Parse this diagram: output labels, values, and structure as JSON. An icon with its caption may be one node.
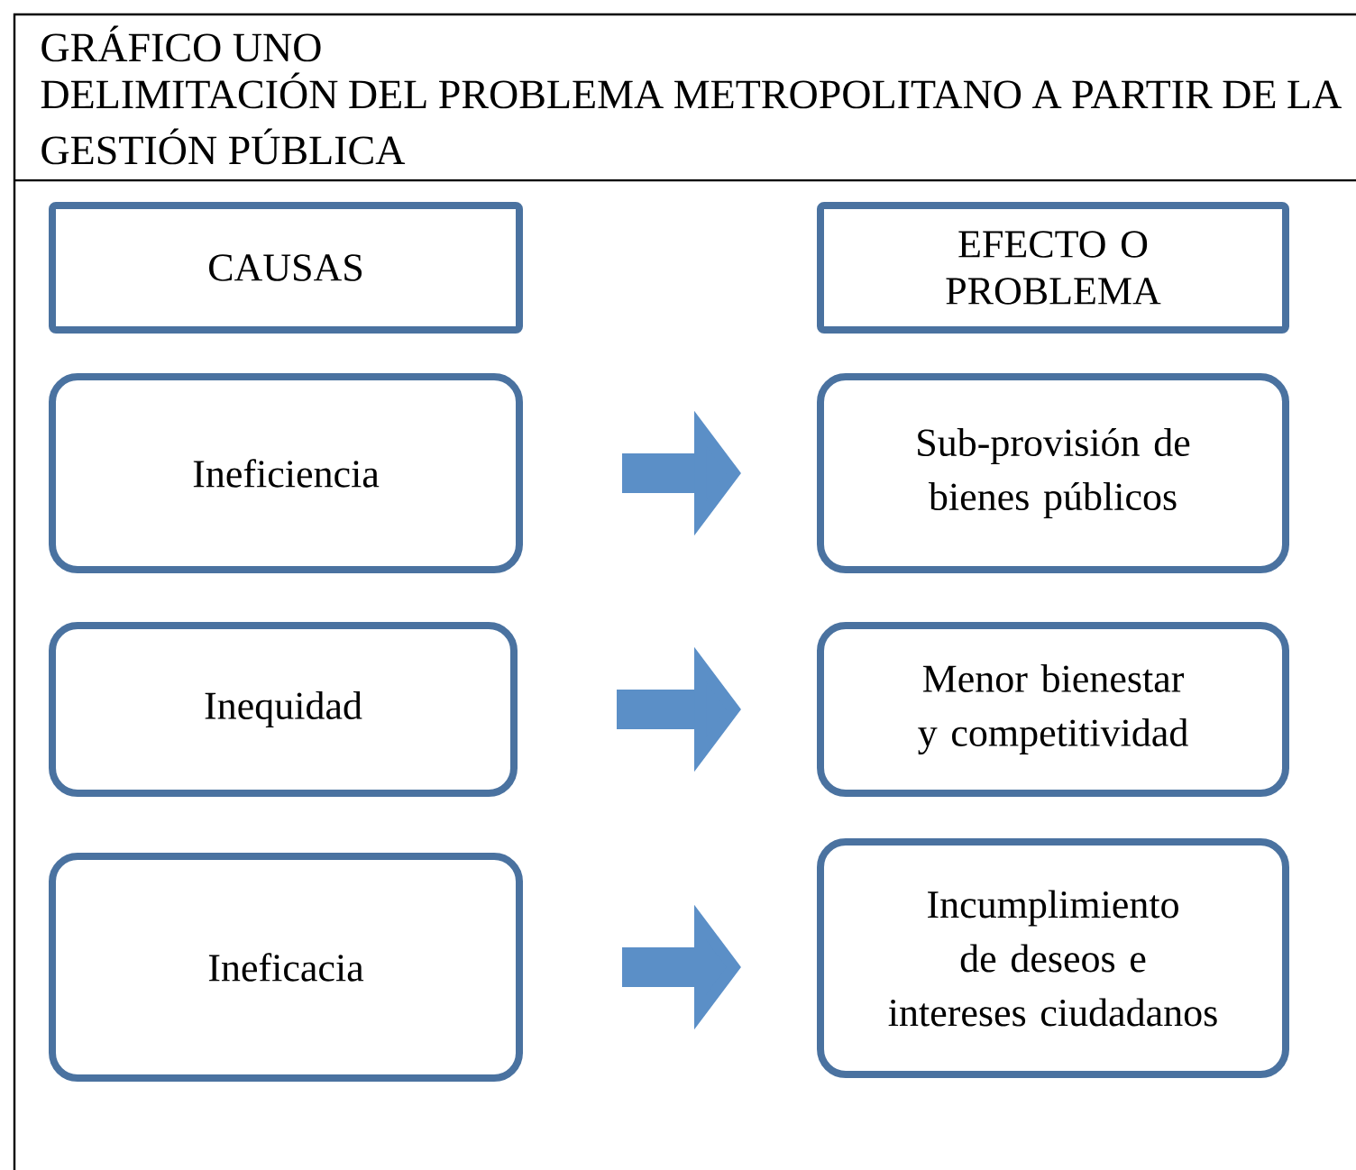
{
  "diagram": {
    "title": "DELIMITACIÓN DEL PROBLEMA METROPOLITANO A PARTIR DE LA GESTIÓN PÚBLICA",
    "labels": [
      "GRÁFICO UNO"
    ],
    "nodes": [
      {
        "text": [
          "CAUSAS"
        ]
      },
      {
        "text": [
          "EFECTO O PROBLEMA"
        ]
      },
      {
        "text": [
          "Ineficiencia"
        ]
      },
      {
        "text": [
          "Sub-provisión de bienes públicos"
        ]
      },
      {
        "text": [
          "Inequidad"
        ]
      },
      {
        "text": [
          "Menor bienestar y competitividad"
        ]
      },
      {
        "text": [
          "Ineficacia"
        ]
      },
      {
        "text": [
          "Incumplimiento de deseos e intereses ciudadanos"
        ]
      }
    ],
    "edges": [
      {
        "from": 2,
        "to": 3,
        "arrow": "to"
      },
      {
        "from": 4,
        "to": 5,
        "arrow": "to"
      },
      {
        "from": 6,
        "to": 7,
        "arrow": "to"
      }
    ]
  }
}
